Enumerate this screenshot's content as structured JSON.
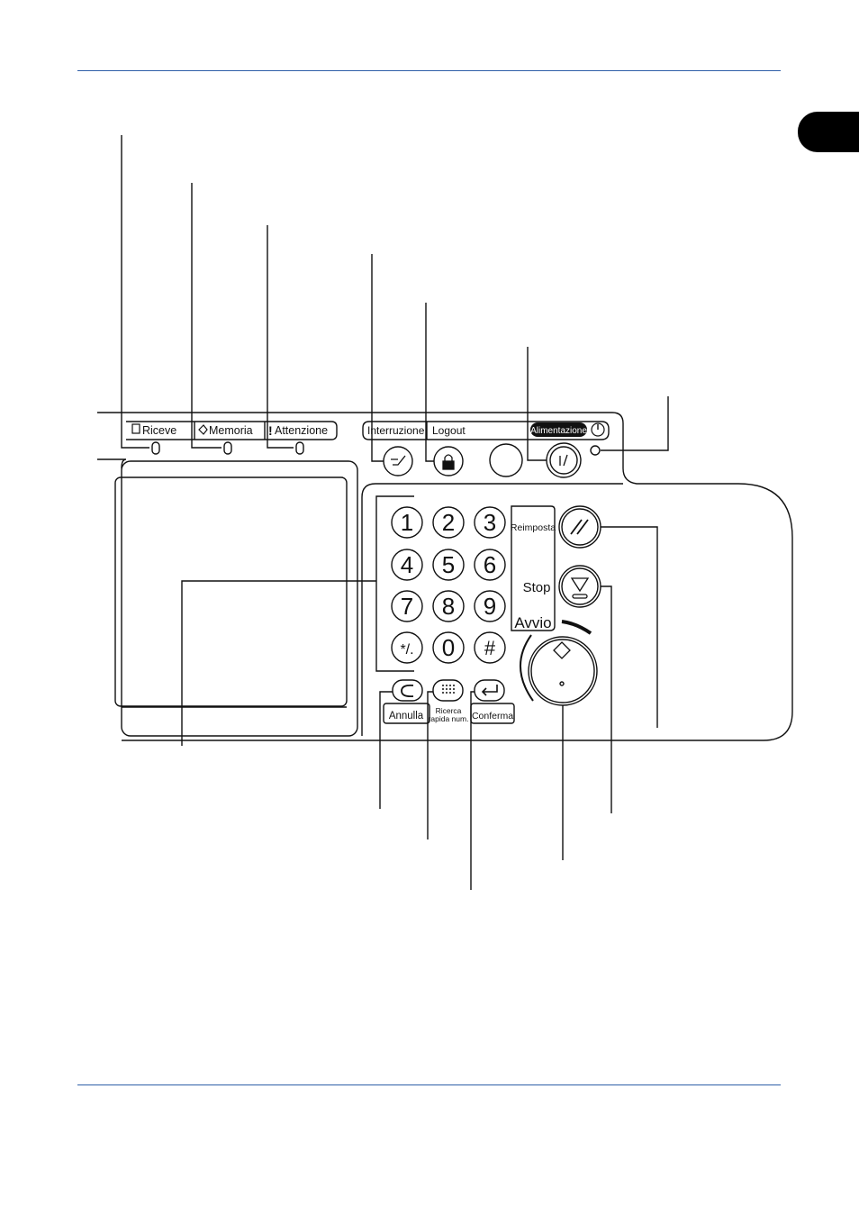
{
  "status_labels": {
    "receive": "Riceve",
    "memory": "Memoria",
    "attention": "Attenzione"
  },
  "panel_labels": {
    "interrupt": "Interruzione",
    "logout": "Logout",
    "power": "Alimentazione"
  },
  "keypad": {
    "keys": [
      "1",
      "2",
      "3",
      "4",
      "5",
      "6",
      "7",
      "8",
      "9",
      "*/.",
      "0",
      "#"
    ]
  },
  "side_labels": {
    "reset": "Reimposta",
    "stop": "Stop",
    "start": "Avvio"
  },
  "bottom_keys": {
    "clear": "Annulla",
    "quick_search_line1": "Ricerca",
    "quick_search_line2": "rapida num.",
    "confirm": "Conferma"
  },
  "icons": [
    "receive-icon",
    "memory-icon",
    "attention-icon",
    "interrupt-icon",
    "logout-lock-icon",
    "power-icon",
    "reset-icon",
    "stop-icon",
    "start-icon",
    "clear-icon",
    "quick-search-icon",
    "enter-icon"
  ],
  "colors": {
    "rule": "#2f5fa8",
    "ink": "#111111"
  }
}
